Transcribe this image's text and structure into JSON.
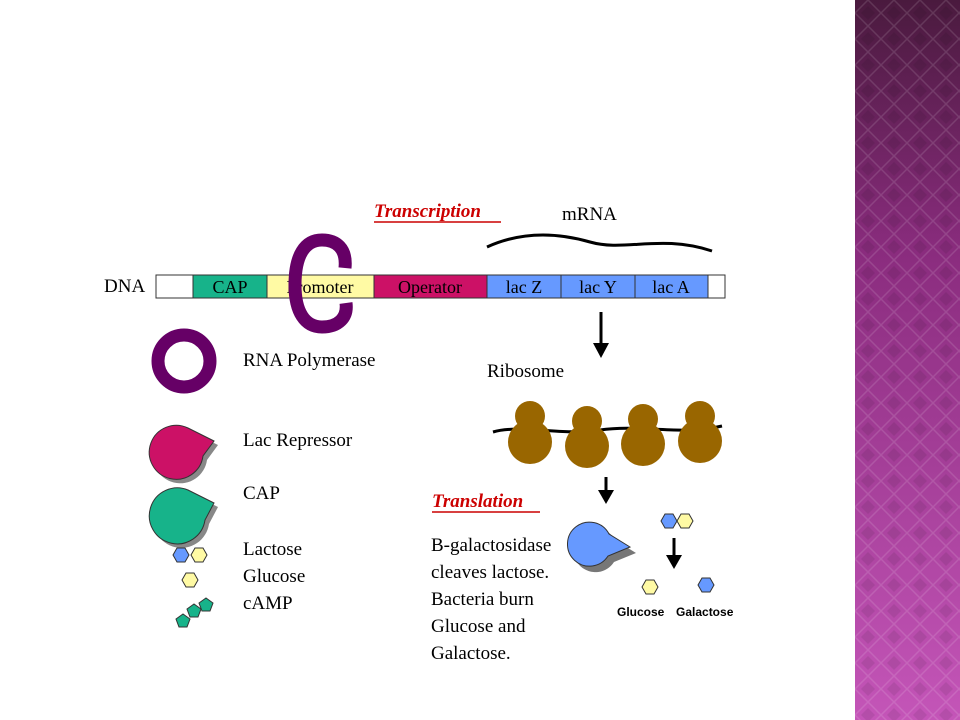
{
  "diagram": {
    "dna_label": "DNA",
    "segments": [
      {
        "label": "CAP",
        "color": "#17b38a"
      },
      {
        "label": "Promoter",
        "color": "#fffaa4"
      },
      {
        "label": "Operator",
        "color": "#cc1166"
      },
      {
        "label": "lac Z",
        "color": "#6699ff"
      },
      {
        "label": "lac Y",
        "color": "#6699ff"
      },
      {
        "label": "lac A",
        "color": "#6699ff"
      }
    ],
    "transcription_label": "Transcription",
    "mrna_label": "mRNA",
    "ribosome_label": "Ribosome",
    "translation_label": "Translation",
    "legend": {
      "rna_polymerase": "RNA Polymerase",
      "lac_repressor": "Lac Repressor",
      "cap": "CAP",
      "lactose": "Lactose",
      "glucose": "Glucose",
      "camp": "cAMP"
    },
    "description_lines": [
      "B-galactosidase",
      "cleaves lactose.",
      "Bacteria burn",
      "Glucose and",
      "Galactose."
    ],
    "products": {
      "glucose": "Glucose",
      "galactose": "Galactose"
    }
  },
  "colors": {
    "rna_polymerase": "#660066",
    "lac_repressor": "#cc1166",
    "cap": "#17b38a",
    "ribosome": "#996600",
    "enzyme": "#6699ff",
    "glucose_hex": "#fffaa4",
    "galactose_hex": "#6699ff",
    "camp_hex": "#17b38a",
    "red_heading": "#cc0000",
    "side_band": "#9c2f8f"
  }
}
